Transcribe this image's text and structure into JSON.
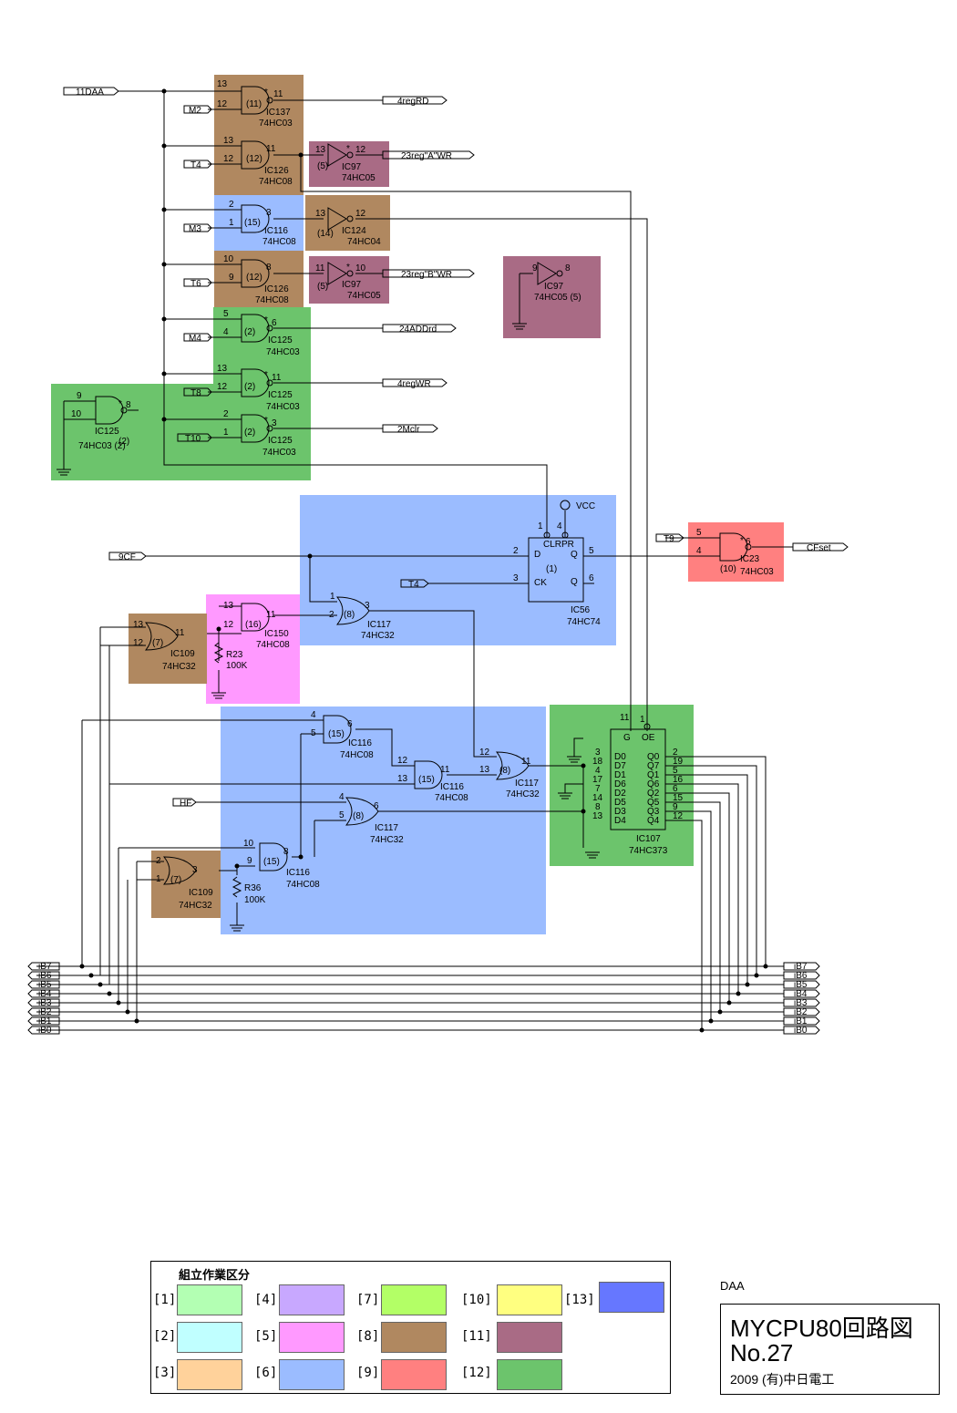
{
  "colors": {
    "brown": "#b08860",
    "purple": "#a96b85",
    "blue": "#9bbcff",
    "green": "#6cc46c",
    "red": "#ff8080",
    "pink": "#ff99ff"
  },
  "signals": {
    "daa": "11DAA",
    "m2": "M2",
    "t4a": "T4",
    "m3": "M3",
    "t6": "T6",
    "m4": "M4",
    "t8": "T8",
    "t10": "T10",
    "cf": "9CF",
    "t4b": "T4",
    "t9": "T9",
    "hf": "HF",
    "reg_rd": "4regRD",
    "reg_a_wr": "23reg\"A\"WR",
    "reg_b_wr": "23reg\"B\"WR",
    "add_rd": "24ADDrd",
    "reg_wr": "4regWR",
    "m_clr": "2Mclr",
    "cf_set": "CFset",
    "vcc": "VCC"
  },
  "bus": [
    "iB7",
    "iB6",
    "iB5",
    "iB4",
    "iB3",
    "iB2",
    "iB1",
    "iB0"
  ],
  "ics": {
    "ic137": [
      "IC137",
      "74HC03"
    ],
    "ic126a": [
      "IC126",
      "74HC08"
    ],
    "ic97a": [
      "IC97",
      "74HC05"
    ],
    "ic116a": [
      "IC116",
      "74HC08"
    ],
    "ic124": [
      "IC124",
      "74HC04"
    ],
    "ic126b": [
      "IC126",
      "74HC08"
    ],
    "ic97b": [
      "IC97",
      "74HC05"
    ],
    "ic97c": [
      "IC97",
      "74HC05 (5)"
    ],
    "ic125a": [
      "IC125",
      "74HC03"
    ],
    "ic125b": [
      "IC125",
      "74HC03"
    ],
    "ic125c": [
      "IC125",
      "74HC03"
    ],
    "ic125d": [
      "IC125",
      "74HC03 (2)"
    ],
    "ic56": [
      "IC56",
      "74HC74"
    ],
    "ic23": [
      "IC23",
      "74HC03"
    ],
    "ic117a": [
      "IC117",
      "74HC32"
    ],
    "ic150": [
      "IC150",
      "74HC08"
    ],
    "ic109a": [
      "IC109",
      "74HC32"
    ],
    "ic116b": [
      "IC116",
      "74HC08"
    ],
    "ic116c": [
      "IC116",
      "74HC08"
    ],
    "ic117b": [
      "IC117",
      "74HC32"
    ],
    "ic117c": [
      "IC117",
      "74HC32"
    ],
    "ic116d": [
      "IC116",
      "74HC08"
    ],
    "ic109b": [
      "IC109",
      "74HC32"
    ],
    "ic107": [
      "IC107",
      "74HC373"
    ]
  },
  "resistors": {
    "r23": [
      "R23",
      "100K"
    ],
    "r36": [
      "R36",
      "100K"
    ]
  },
  "legend": {
    "title": "組立作業区分",
    "items": [
      {
        "key": "[1]",
        "color": "#b3ffb3"
      },
      {
        "key": "[2]",
        "color": "#c0ffff"
      },
      {
        "key": "[3]",
        "color": "#ffd29b"
      },
      {
        "key": "[4]",
        "color": "#c8a8ff"
      },
      {
        "key": "[5]",
        "color": "#ff99ff"
      },
      {
        "key": "[6]",
        "color": "#9bbcff"
      },
      {
        "key": "[7]",
        "color": "#b3ff66"
      },
      {
        "key": "[8]",
        "color": "#b08860"
      },
      {
        "key": "[9]",
        "color": "#ff8080"
      },
      {
        "key": "[10]",
        "color": "#ffff80"
      },
      {
        "key": "[11]",
        "color": "#a96b85"
      },
      {
        "key": "[12]",
        "color": "#6cc46c"
      },
      {
        "key": "[13]",
        "color": "#6677ff"
      }
    ]
  },
  "title_block": {
    "sheet": "DAA",
    "line1": "MYCPU80回路図",
    "line2": "No.27",
    "line3": "2009 (有)中日電工"
  }
}
